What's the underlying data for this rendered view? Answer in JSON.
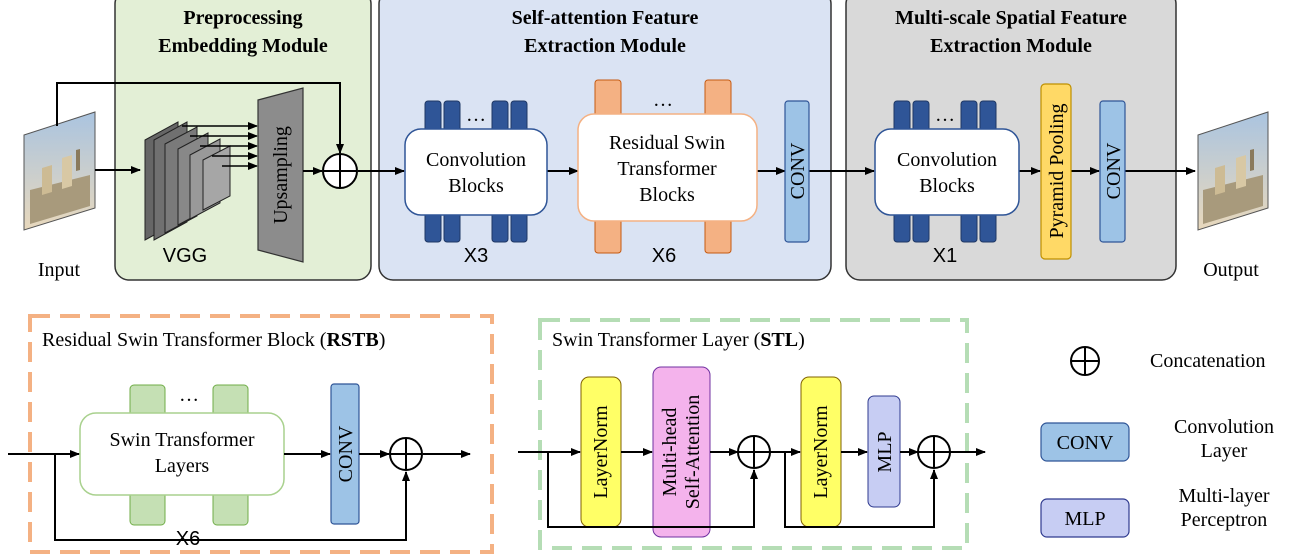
{
  "modules": {
    "preprocessing": {
      "title_l1": "Preprocessing",
      "title_l2": "Embedding Module",
      "vgg": "VGG",
      "upsampling": "Upsampling"
    },
    "self_attention": {
      "title_l1": "Self-attention Feature",
      "title_l2": "Extraction Module",
      "conv_blocks_l1": "Convolution",
      "conv_blocks_l2": "Blocks",
      "rstb_l1": "Residual Swin",
      "rstb_l2": "Transformer",
      "rstb_l3": "Blocks",
      "x3": "X3",
      "x6": "X6",
      "conv": "CONV",
      "dots1": "…",
      "dots2": "…"
    },
    "multiscale": {
      "title_l1": "Multi-scale Spatial Feature",
      "title_l2": "Extraction Module",
      "conv_blocks_l1": "Convolution",
      "conv_blocks_l2": "Blocks",
      "x1": "X1",
      "pyramid": "Pyramid Pooling",
      "conv": "CONV",
      "dots": "…"
    }
  },
  "io": {
    "input": "Input",
    "output": "Output"
  },
  "rstb": {
    "title_pre": "Residual Swin Transformer Block (",
    "title_bold": "RSTB",
    "title_post": ")",
    "stl_l1": "Swin Transformer",
    "stl_l2": "Layers",
    "x6": "X6",
    "conv": "CONV",
    "dots": "…"
  },
  "stl": {
    "title_pre": "Swin Transformer Layer (",
    "title_bold": "STL",
    "title_post": ")",
    "layernorm1": "LayerNorm",
    "mha_l1": "Multi-head",
    "mha_l2": "Self-Attention",
    "layernorm2": "LayerNorm",
    "mlp": "MLP"
  },
  "legend": {
    "concat": "Concatenation",
    "conv_box": "CONV",
    "conv_l1": "Convolution",
    "conv_l2": "Layer",
    "mlp_box": "MLP",
    "mlp_l1": "Multi-layer",
    "mlp_l2": "Perceptron"
  },
  "colors": {
    "green_panel": "#e3efd6",
    "blue_panel": "#dae3f3",
    "gray_panel": "#d9d9d9",
    "dark_blue": "#2f5597",
    "light_blue": "#9dc3e6",
    "orange": "#f4b183",
    "light_green": "#c5e0b4",
    "yellow": "#ffff66",
    "pink": "#f4b3ec",
    "lavender": "#c7cdf3",
    "pyramid_yellow": "#ffd966",
    "dashed_orange": "#f4b183",
    "dashed_green": "#b5ddb5"
  }
}
